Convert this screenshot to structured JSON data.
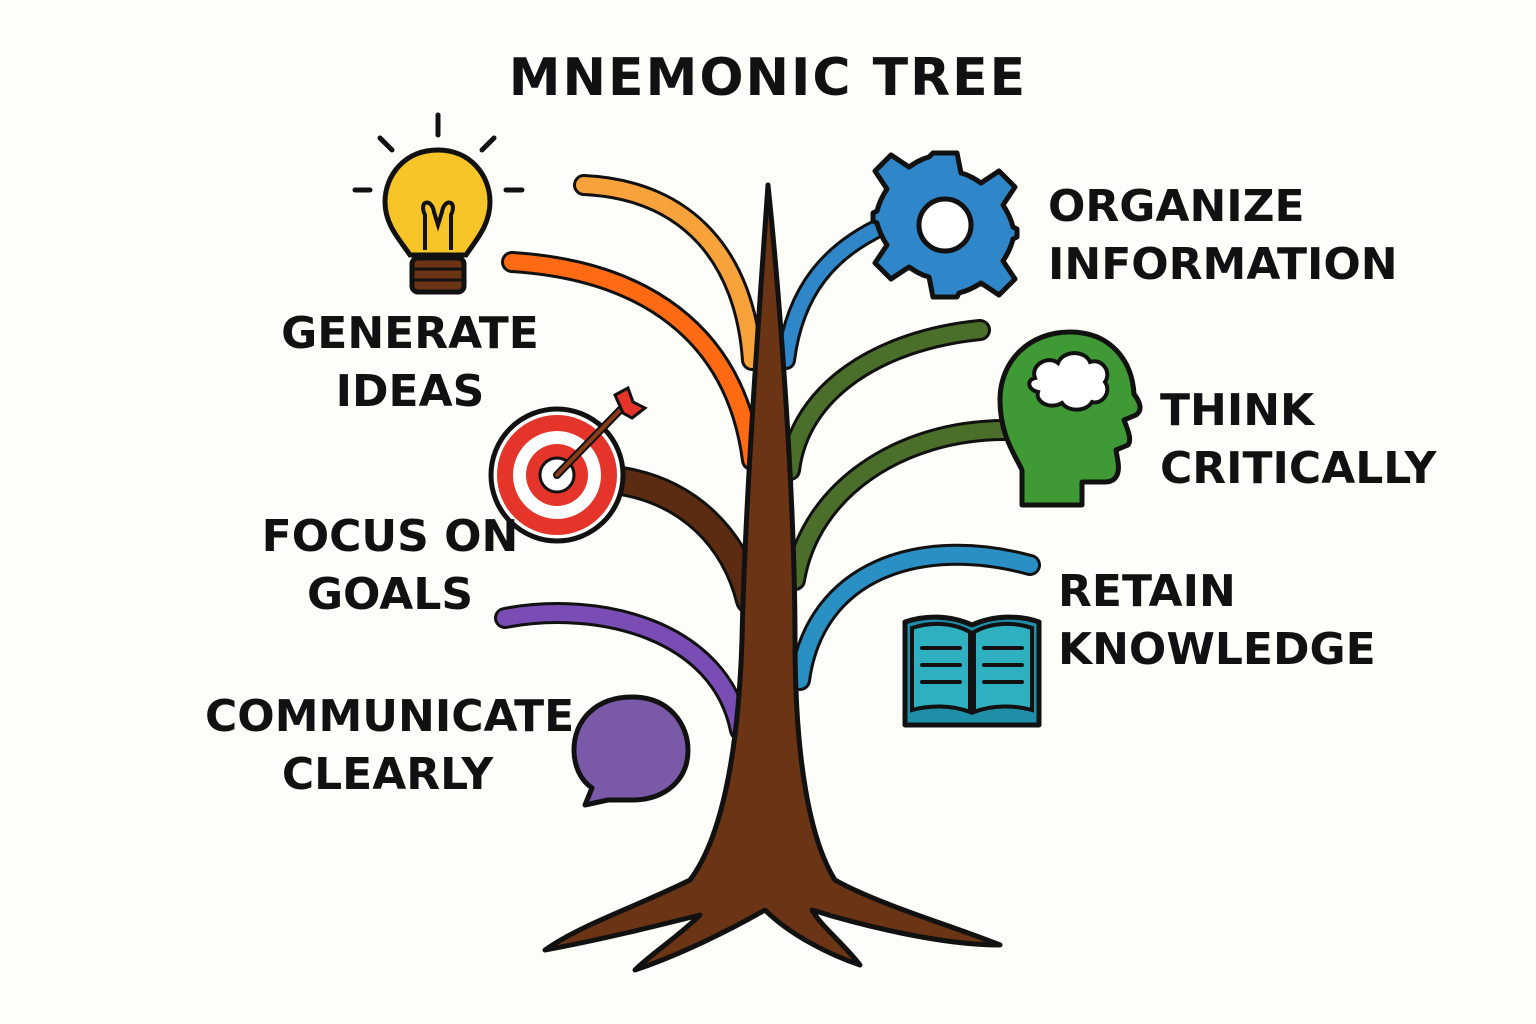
{
  "title": "MNEMONIC TREE",
  "branches": {
    "generate": {
      "line1": "GENERATE",
      "line2": "IDEAS",
      "color": "#ff6a13",
      "icon": "lightbulb-icon"
    },
    "focus": {
      "line1": "FOCUS ON",
      "line2": "GOALS",
      "color": "#5c2c12",
      "icon": "target-icon"
    },
    "communicate": {
      "line1": "COMMUNICATE",
      "line2": "CLEARLY",
      "color": "#7a4db4",
      "icon": "speech-bubble-icon"
    },
    "organize": {
      "line1": "ORGANIZE",
      "line2": "INFORMATION",
      "color": "#2f86c8",
      "icon": "gear-icon"
    },
    "think": {
      "line1": "THINK",
      "line2": "CRITICALLY",
      "color": "#3f9a35",
      "icon": "head-icon"
    },
    "retain": {
      "line1": "RETAIN",
      "line2": "KNOWLEDGE",
      "color": "#2a8fc2",
      "icon": "book-icon"
    }
  },
  "colors": {
    "trunk": "#6b3414",
    "outline": "#111111",
    "orange_branch": "#f7a23a",
    "green_branch": "#4b6e2a"
  }
}
